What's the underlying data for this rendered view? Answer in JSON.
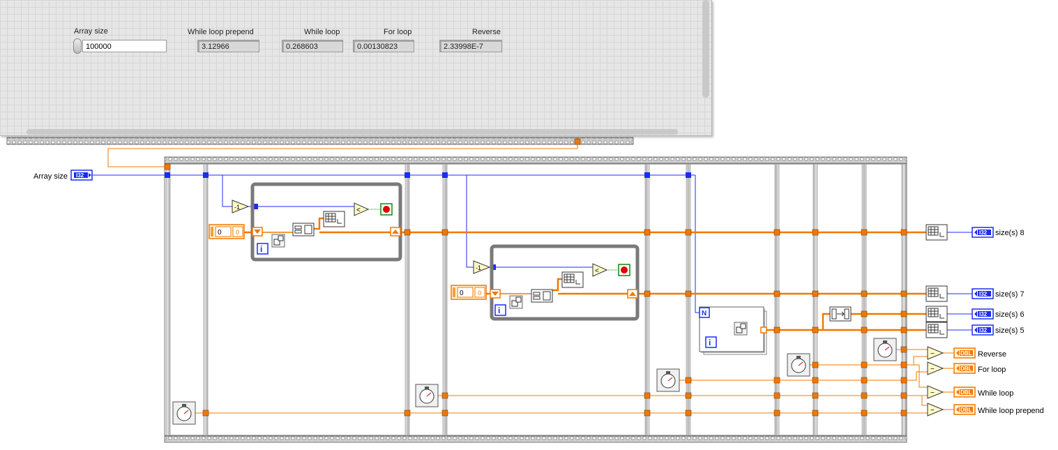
{
  "front_panel": {
    "array_size": {
      "label": "Array size",
      "value": "100000"
    },
    "indicators": [
      {
        "label": "While loop prepend",
        "value": "3.12966"
      },
      {
        "label": "While loop",
        "value": "0.268603"
      },
      {
        "label": "For loop",
        "value": "0.00130823"
      },
      {
        "label": "Reverse",
        "value": "2.33998E-7"
      }
    ]
  },
  "diagram": {
    "array_size_label": "Array size",
    "i32_text": "I32",
    "dbl_text": "DBL",
    "minus_one_text": "-1",
    "zero_text": "0",
    "iteration_text": "i",
    "count_text": "N",
    "subtract_text": "−",
    "less_text": "<",
    "size_outputs": [
      "size(s) 8",
      "size(s) 7",
      "size(s) 6",
      "size(s) 5"
    ],
    "time_outputs": [
      "Reverse",
      "For loop",
      "While loop",
      "While loop prepend"
    ],
    "colors": {
      "blue_wire": "#1c2cf0",
      "orange_wire": "#f07800",
      "frame_gray": "#808080"
    }
  }
}
